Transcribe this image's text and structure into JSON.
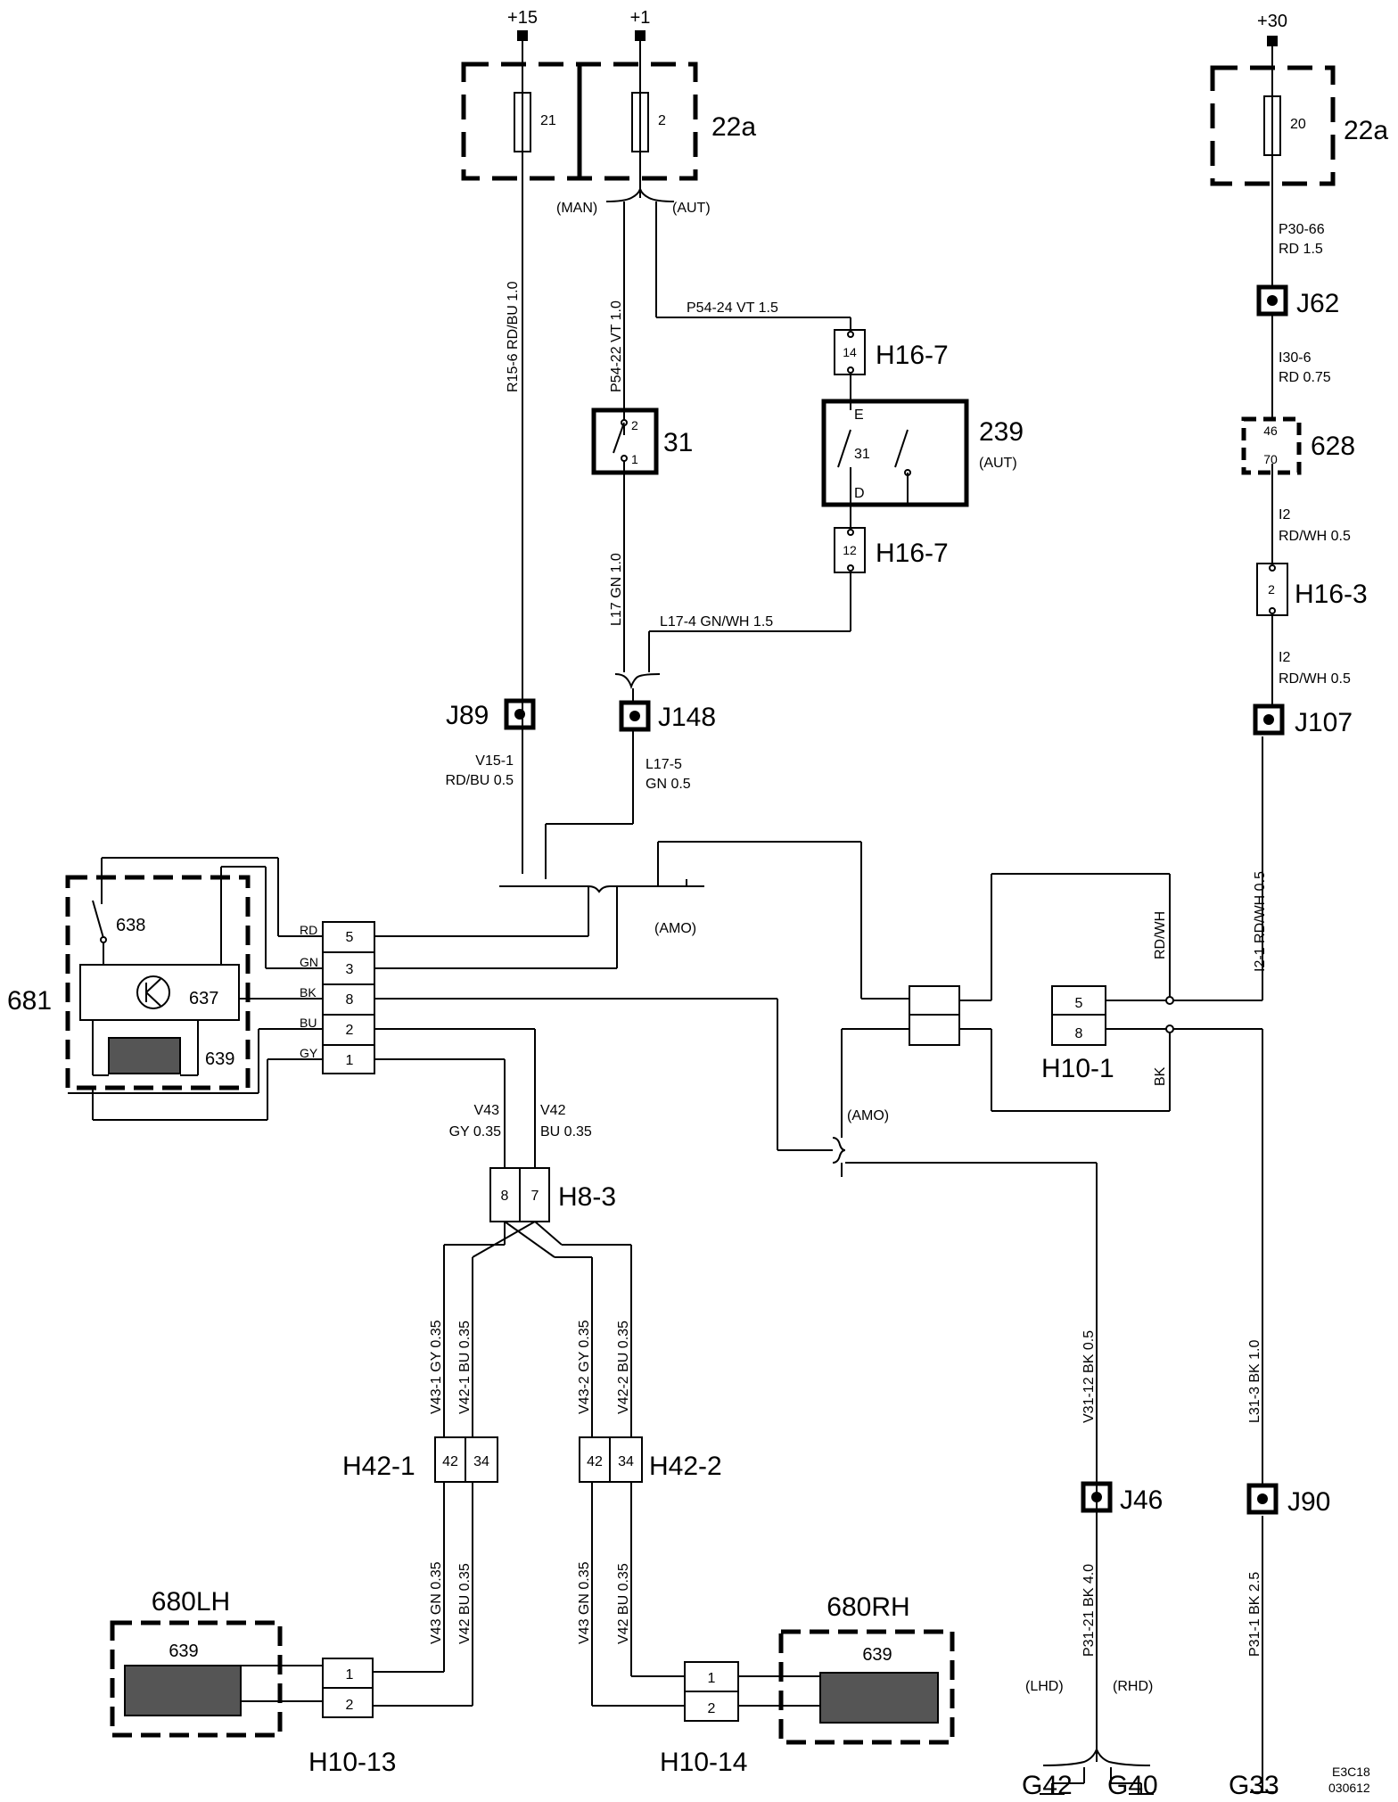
{
  "supplies": {
    "p15": "+15",
    "p1": "+1",
    "p30": "+30"
  },
  "fuse_boxes": {
    "left_label": "22a",
    "right_label": "22a",
    "fuses": [
      "21",
      "2",
      "20"
    ]
  },
  "branch_labels": {
    "man": "(MAN)",
    "aut": "(AUT)",
    "amo": "(AMO)",
    "lhd": "(LHD)",
    "rhd": "(RHD)"
  },
  "wires": {
    "r15_6": "R15-6  RD/BU  1.0",
    "p54_22": "P54-22  VT  1.0",
    "p54_24": "P54-24  VT    1.5",
    "l17": "L17  GN  1.0",
    "l17_4": "L17-4  GN/WH  1.5",
    "v15_1": "V15-1",
    "v15_1b": "RD/BU  0.5",
    "l17_5": "L17-5",
    "l17_5b": "GN   0.5",
    "p30_66": "P30-66",
    "p30_66b": "RD 1.5",
    "i30_6": "I30-6",
    "i30_6b": "RD  0.75",
    "i2a": "I2",
    "i2ab": "RD/WH 0.5",
    "i2b": "I2",
    "i2bb": "RD/WH 0.5",
    "i2_1": "I2-1  RD/WH  0.5",
    "rdwh": "RD/WH",
    "bk": "BK",
    "v43": "V43",
    "v43b": "GY  0.35",
    "v42": "V42",
    "v42b": "BU  0.35",
    "v43_1": "V43-1  GY  0.35",
    "v42_1": "V42-1  BU  0.35",
    "v43_2": "V43-2  GY  0.35",
    "v42_2": "V42-2  BU  0.35",
    "v43_gn_l": "V43  GN  0.35",
    "v42_bu_l": "V42  BU  0.35",
    "v43_gn_r": "V43  GN  0.35",
    "v42_bu_r": "V42  BU  0.35",
    "v31_12": "V31-12  BK  0.5",
    "l31_3": "L31-3  BK  1.0",
    "p31_21": "P31-21  BK  4.0",
    "p31_1": "P31-1  BK  2.5"
  },
  "components": {
    "c31": "31",
    "c239": "239",
    "c239_sub": "(AUT)",
    "c628": "628",
    "c628_pins": [
      "46",
      "70"
    ],
    "c681": "681",
    "c638": "638",
    "c637": "637",
    "c639": "639",
    "c680lh": "680LH",
    "c680rh": "680RH"
  },
  "switch_pins": {
    "s31_a": "2",
    "s31_b": "1",
    "s239_e": "E",
    "s239_31": "31",
    "s239_d": "D"
  },
  "connectors": {
    "h16_7a": "H16-7",
    "h16_7a_pin": "14",
    "h16_7b": "H16-7",
    "h16_7b_pin": "12",
    "h16_3": "H16-3",
    "h16_3_pin": "2",
    "h10_1": "H10-1",
    "h10_1_pins": [
      "5",
      "8"
    ],
    "h8_3": "H8-3",
    "h8_3_pins": [
      "8",
      "7"
    ],
    "h42_1": "H42-1",
    "h42_1_pins": [
      "42",
      "34"
    ],
    "h42_2": "H42-2",
    "h42_2_pins": [
      "42",
      "34"
    ],
    "h10_13": "H10-13",
    "h10_13_pins": [
      "1",
      "2"
    ],
    "h10_14": "H10-14",
    "h10_14_pins": [
      "1",
      "2"
    ],
    "c681_pins": [
      "5",
      "3",
      "8",
      "2",
      "1"
    ],
    "c681_colors": [
      "RD",
      "GN",
      "BK",
      "BU",
      "GY"
    ]
  },
  "splices": {
    "j89": "J89",
    "j148": "J148",
    "j62": "J62",
    "j107": "J107",
    "j46": "J46",
    "j90": "J90"
  },
  "grounds": {
    "g42": "G42",
    "g40": "G40",
    "g33": "G33"
  },
  "footer": {
    "code1": "E3C18",
    "code2": "030612"
  }
}
